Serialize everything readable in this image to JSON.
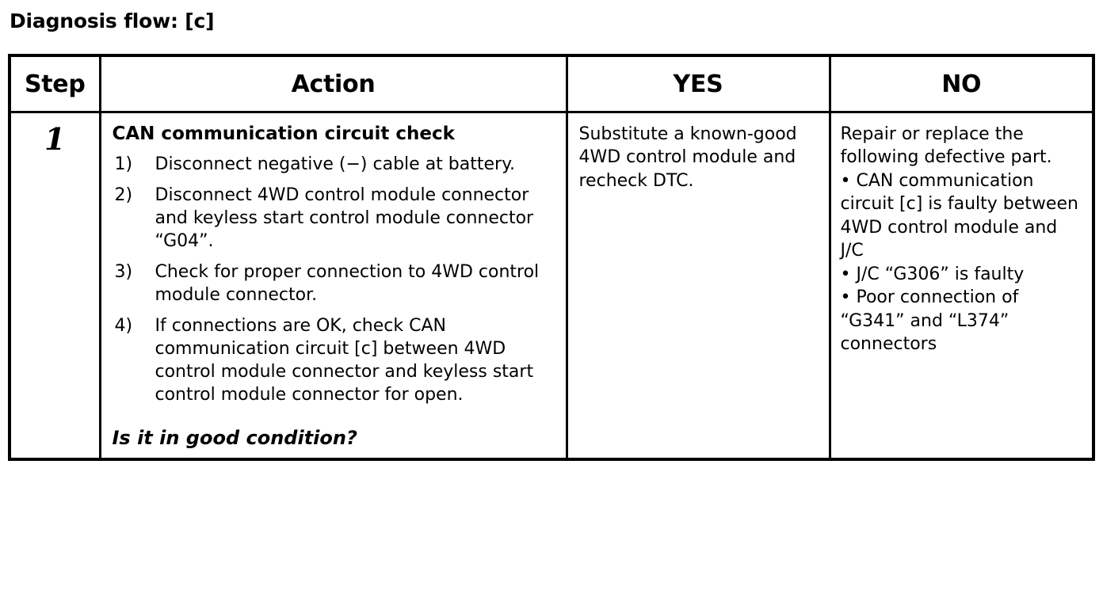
{
  "document": {
    "title": "Diagnosis flow: [c]"
  },
  "table": {
    "headers": {
      "step": "Step",
      "action": "Action",
      "yes": "YES",
      "no": "NO"
    },
    "rows": [
      {
        "step": "1",
        "action": {
          "heading": "CAN communication circuit check",
          "steps": [
            {
              "num": "1)",
              "text": "Disconnect negative (−) cable at battery."
            },
            {
              "num": "2)",
              "text": "Disconnect 4WD control module connector and keyless start control module connector “G04”."
            },
            {
              "num": "3)",
              "text": "Check for proper connection to 4WD control module connector."
            },
            {
              "num": "4)",
              "text": "If connections are OK, check CAN communication circuit [c] between 4WD control module connector and keyless start control module connector for open."
            }
          ],
          "question": "Is it in good condition?"
        },
        "yes": "Substitute a known-good 4WD control module and recheck DTC.",
        "no": {
          "lead": "Repair or replace the following defective part.",
          "bullets": [
            "• CAN communication circuit [c] is faulty between 4WD control module and J/C",
            "• J/C “G306” is faulty",
            "• Poor connection of “G341” and “L374” connectors"
          ]
        }
      }
    ]
  },
  "colors": {
    "ink": "#000000",
    "paper": "#ffffff"
  }
}
